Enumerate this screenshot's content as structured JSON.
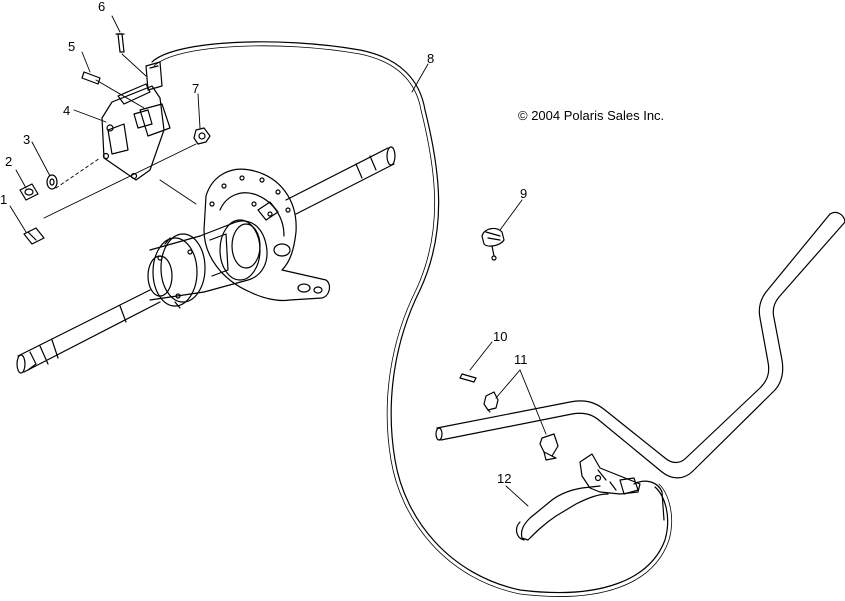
{
  "copyright": "© 2004 Polaris Sales Inc.",
  "callouts": [
    "1",
    "2",
    "3",
    "4",
    "5",
    "6",
    "7",
    "8",
    "9",
    "10",
    "11",
    "12"
  ],
  "colors": {
    "line": "#000000",
    "background": "#ffffff"
  }
}
